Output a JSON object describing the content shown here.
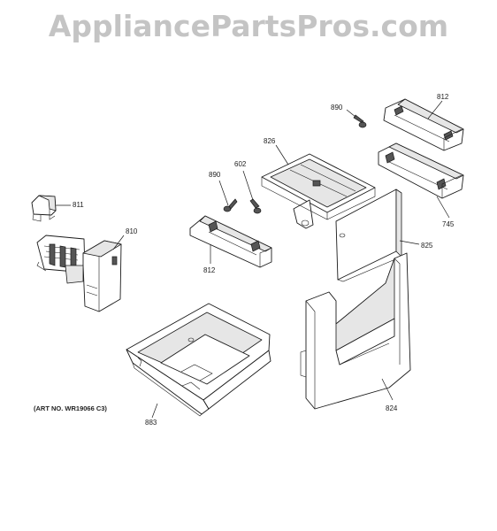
{
  "watermark": "AppliancePartsPros.com",
  "art_number": "(ART NO. WR19066 C3)",
  "callouts": {
    "c890_top": "890",
    "c812_top": "812",
    "c826": "826",
    "c602": "602",
    "c890_mid": "890",
    "c811": "811",
    "c810": "810",
    "c745": "745",
    "c825": "825",
    "c812_mid": "812",
    "c883": "883",
    "c824": "824"
  },
  "colors": {
    "watermark": "#c4c4c4",
    "line": "#1a1a1a"
  }
}
